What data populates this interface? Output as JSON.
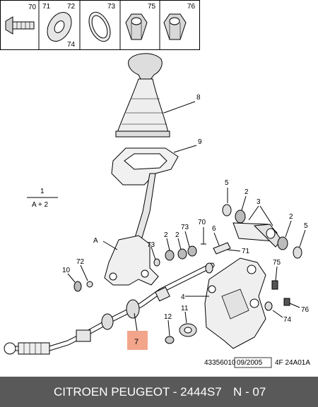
{
  "parts_strip": {
    "items": [
      {
        "number": "70",
        "icon": "bolt-icon"
      },
      {
        "number": "71",
        "icon": "washer-icon"
      },
      {
        "number": "72",
        "icon": "washer-icon"
      },
      {
        "number": "74",
        "icon": "washer-icon"
      },
      {
        "number": "73",
        "icon": "ring-icon"
      },
      {
        "number": "75",
        "icon": "nut-icon"
      },
      {
        "number": "76",
        "icon": "nut-icon"
      }
    ]
  },
  "callouts": {
    "n1": "1",
    "a2": "A + 2",
    "n8": "8",
    "n9": "9",
    "n5a": "5",
    "n2a": "2",
    "n3": "3",
    "n2b": "2",
    "n5b": "5",
    "n70": "70",
    "n6": "6",
    "n71": "71",
    "nA": "A",
    "n2c": "2",
    "n73a": "73",
    "n73b": "73",
    "n72": "72",
    "n10": "10",
    "n75": "75",
    "n4": "4",
    "n11": "11",
    "n12": "12",
    "n76": "76",
    "n74": "74",
    "n7": "7"
  },
  "reference": {
    "doc_number": "43356010",
    "date": "09/2005",
    "code": "4F 24A01A"
  },
  "footer": {
    "brands": "CITROEN PEUGEOT - 2444S7",
    "page": "N - 07"
  },
  "colors": {
    "background": "#ffffff",
    "footer_bar": "#595959",
    "highlight_box": "#f2a58a",
    "line": "#000000"
  }
}
